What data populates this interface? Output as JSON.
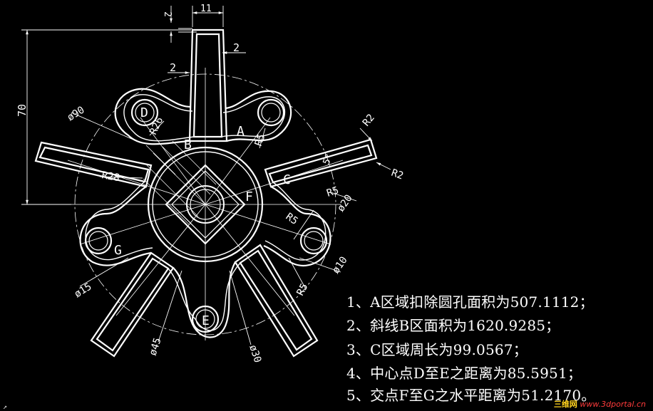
{
  "dims": {
    "top_width": "11",
    "top_gap": "2",
    "slot_taper_right": "2",
    "slot_taper_left": "2",
    "height": "70",
    "dia_90": "ø90",
    "r26": "R26",
    "r28": "R28",
    "r5_top": "R5",
    "r2_top": "R2",
    "r2_side": "R2",
    "angle_5": "5°",
    "r5_mid": "R5",
    "dia_20": "ø20",
    "r5_low": "R5",
    "dia_10": "ø10",
    "r5_bottom": "R5",
    "dia_15": "ø15",
    "dia_45": "ø45",
    "dia_30": "ø30"
  },
  "points": {
    "A": "A",
    "B": "B",
    "C": "C",
    "D": "D",
    "E": "E",
    "F": "F",
    "G": "G"
  },
  "notes": [
    "1、A区域扣除圆孔面积为507.1112；",
    "2、斜线B区面积为1620.9285；",
    "3、C区域周长为99.0567；",
    "4、中心点D至E之距离为85.5951；",
    "5、交点F至G之水平距离为51.2170。"
  ],
  "watermark": {
    "part1": "三维网",
    "part2": "www.3dportal.cn"
  },
  "colors": {
    "background": "#000000",
    "lines": "#ffffff",
    "watermark_cn": "#ffd21e",
    "watermark_url": "#ff3b3b"
  }
}
